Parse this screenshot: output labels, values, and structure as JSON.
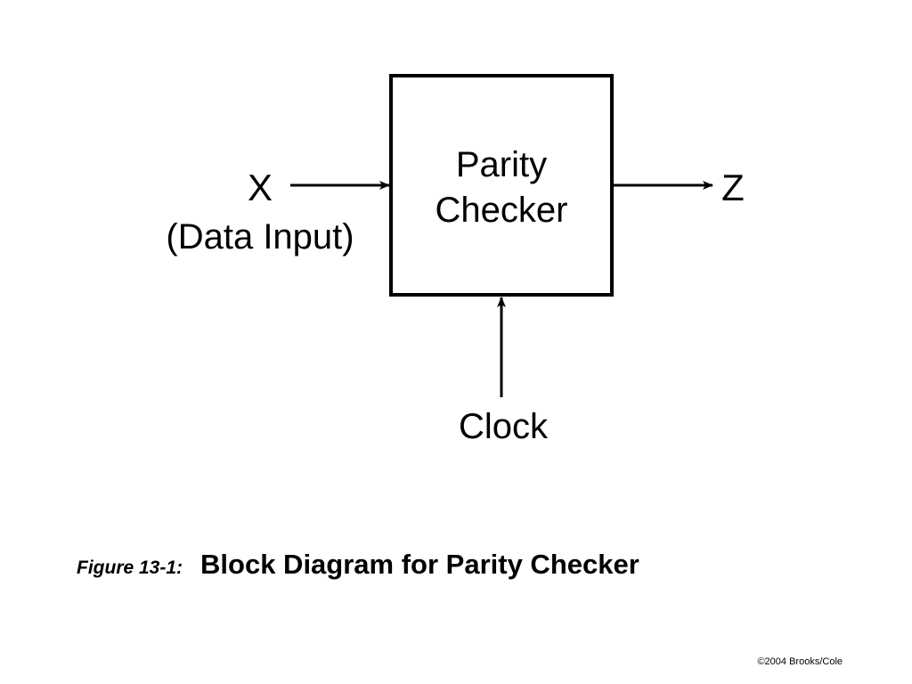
{
  "diagram": {
    "block_label_line1": "Parity",
    "block_label_line2": "Checker",
    "input_label": "X",
    "input_sublabel": "(Data Input)",
    "output_label": "Z",
    "clock_label": "Clock"
  },
  "caption": {
    "figure_label": "Figure 13-1:",
    "title": "Block Diagram for Parity Checker"
  },
  "footer": {
    "copyright": "©2004 Brooks/Cole"
  }
}
